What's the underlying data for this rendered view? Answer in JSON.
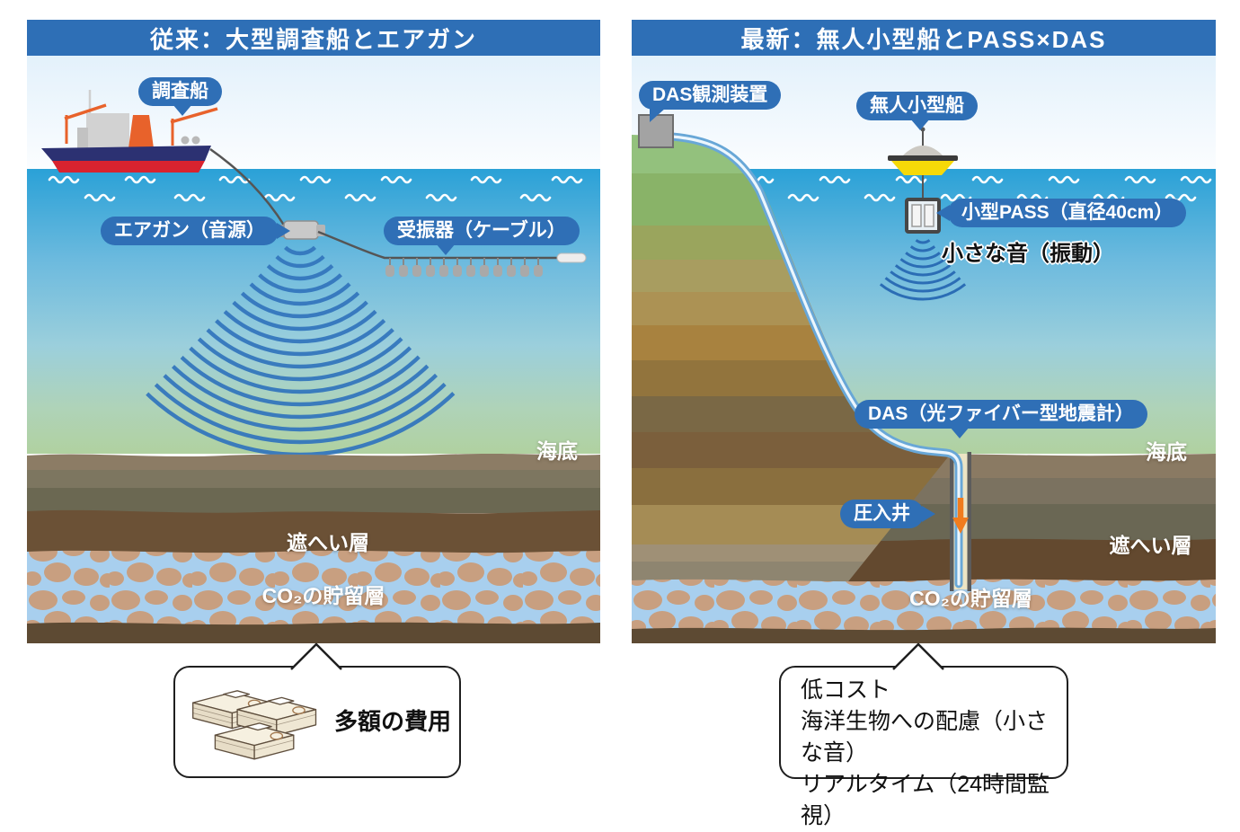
{
  "left": {
    "title": "従来：大型調査船とエアガン",
    "labels": {
      "ship": "調査船",
      "airgun": "エアガン（音源）",
      "receiver": "受振器（ケーブル）",
      "seafloor": "海底",
      "seal": "遮へい層",
      "reservoir": "CO₂の貯留層"
    },
    "callout": {
      "text": "多額の費用"
    }
  },
  "right": {
    "title": "最新：無人小型船とPASS×DAS",
    "labels": {
      "das_device": "DAS観測装置",
      "boat": "無人小型船",
      "pass": "小型PASS（直径40cm）",
      "small_sound": "小さな音（振動）",
      "das_fiber": "DAS（光ファイバー型地震計）",
      "well": "圧入井",
      "seafloor": "海底",
      "seal": "遮へい層",
      "reservoir": "CO₂の貯留層"
    },
    "callout": {
      "lines": [
        "低コスト",
        "海洋生物への配慮（小さな音）",
        "リアルタイム（24時間監視）"
      ]
    }
  },
  "colors": {
    "label_blue": "#2f6fb6",
    "sea_top": "#2aa1d7",
    "sea_bottom_green": "#b0d1a0",
    "sound_wave_blue": "#3477bd",
    "seal_layer_brown": "#6b5136",
    "reservoir_blue": "#a8cfee",
    "pebble_tan": "#c89f80",
    "arrow_orange": "#f07c1e",
    "boat_yellow": "#f6d908"
  }
}
